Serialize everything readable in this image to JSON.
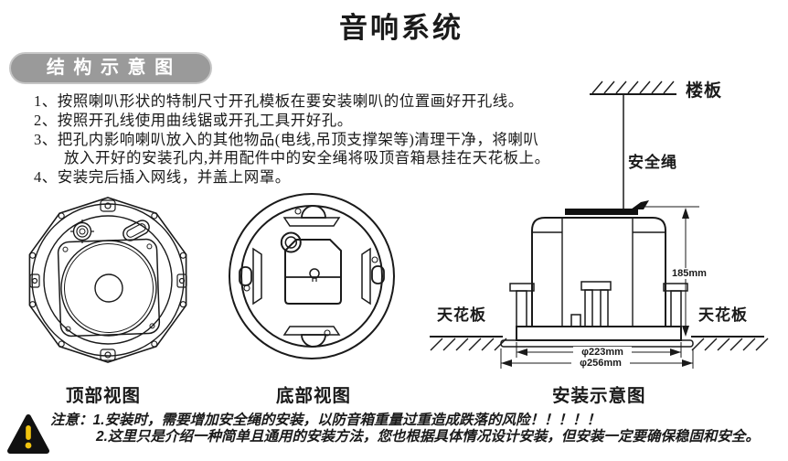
{
  "page": {
    "title": "音响系统",
    "section_badge": "结 构 示 意 图"
  },
  "instructions": {
    "items": [
      "1、按照喇叭形状的特制尺寸开孔模板在要安装喇叭的位置画好开孔线。",
      "2、按照开孔线使用曲线锯或开孔工具开好孔。",
      "3、把孔内影响喇叭放入的其他物品(电线,吊顶支撑架等)清理干净，将喇叭",
      "放入开好的安装孔内,并用配件中的安全绳将吸顶音箱悬挂在天花板上。",
      "4、安装完后插入网线，并盖上网罩。"
    ]
  },
  "install_diagram": {
    "floor_slab_label": "楼板",
    "safety_rope_label": "安全绳",
    "ceiling_label_left": "天花板",
    "ceiling_label_right": "天花板",
    "dim_height": "185mm",
    "dim_inner_diameter": "φ223mm",
    "dim_outer_diameter": "φ256mm"
  },
  "captions": {
    "top_view": "顶部视图",
    "bottom_view": "底部视图",
    "install_view": "安装示意图"
  },
  "notes": {
    "label": "注意：",
    "line1": "1.安装时，需要增加安全绳的安装，以防音箱重量过重造成跌落的风险！！！！！",
    "line2": "2.这里只是介绍一种简单且通用的安装方法，您也根据具体情况设计安装，但安装一定要确保稳固和安全。"
  },
  "colors": {
    "badge_gray": "#9a9a9a",
    "warning_yellow": "#f1c40f",
    "ink": "#1a1a1a"
  }
}
